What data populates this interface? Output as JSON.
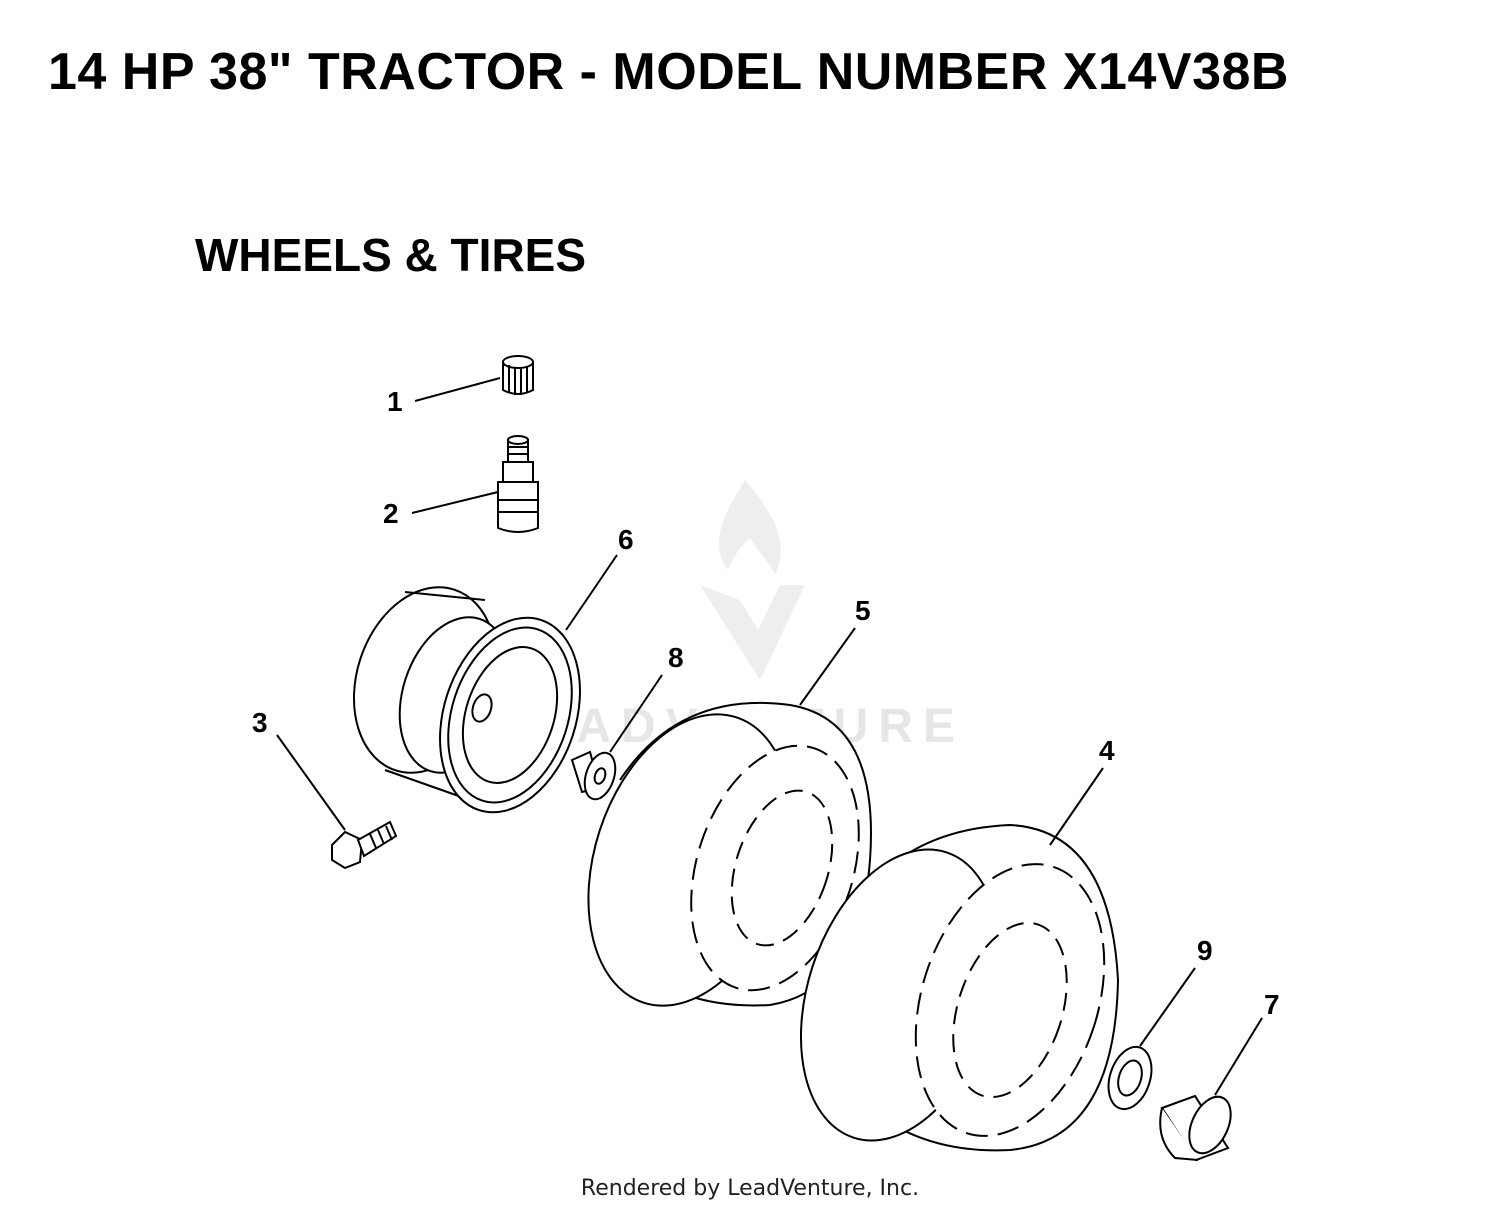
{
  "header": {
    "title": "14 HP 38\" TRACTOR - MODEL NUMBER X14V38B",
    "section": "WHEELS & TIRES"
  },
  "callouts": [
    {
      "id": "1",
      "label": "1",
      "part": "valve-cap"
    },
    {
      "id": "2",
      "label": "2",
      "part": "valve-stem"
    },
    {
      "id": "3",
      "label": "3",
      "part": "grease-fitting"
    },
    {
      "id": "4",
      "label": "4",
      "part": "tire-rear"
    },
    {
      "id": "5",
      "label": "5",
      "part": "tire-front"
    },
    {
      "id": "6",
      "label": "6",
      "part": "wheel-rim"
    },
    {
      "id": "7",
      "label": "7",
      "part": "hub-cap"
    },
    {
      "id": "8",
      "label": "8",
      "part": "bushing"
    },
    {
      "id": "9",
      "label": "9",
      "part": "washer"
    }
  ],
  "watermark": "LEADVENTURE",
  "footer": "Rendered by LeadVenture, Inc."
}
